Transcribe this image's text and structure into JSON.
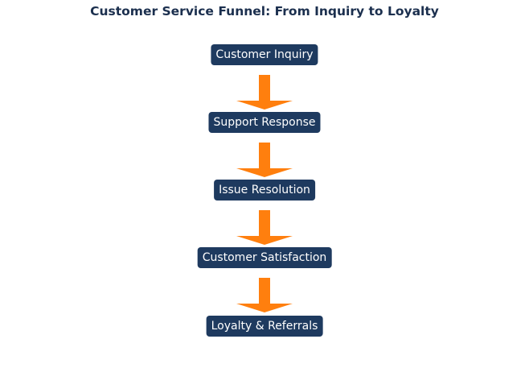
{
  "title": "Customer Service Funnel: From Inquiry to Loyalty",
  "colors": {
    "title": "#1b2f4e",
    "stage_fill": "#1e3a5f",
    "stage_text": "#ffffff",
    "arrow": "#ff7f0e"
  },
  "stages": [
    {
      "label": "Customer Inquiry"
    },
    {
      "label": "Support Response"
    },
    {
      "label": "Issue Resolution"
    },
    {
      "label": "Customer Satisfaction"
    },
    {
      "label": "Loyalty & Referrals"
    }
  ]
}
